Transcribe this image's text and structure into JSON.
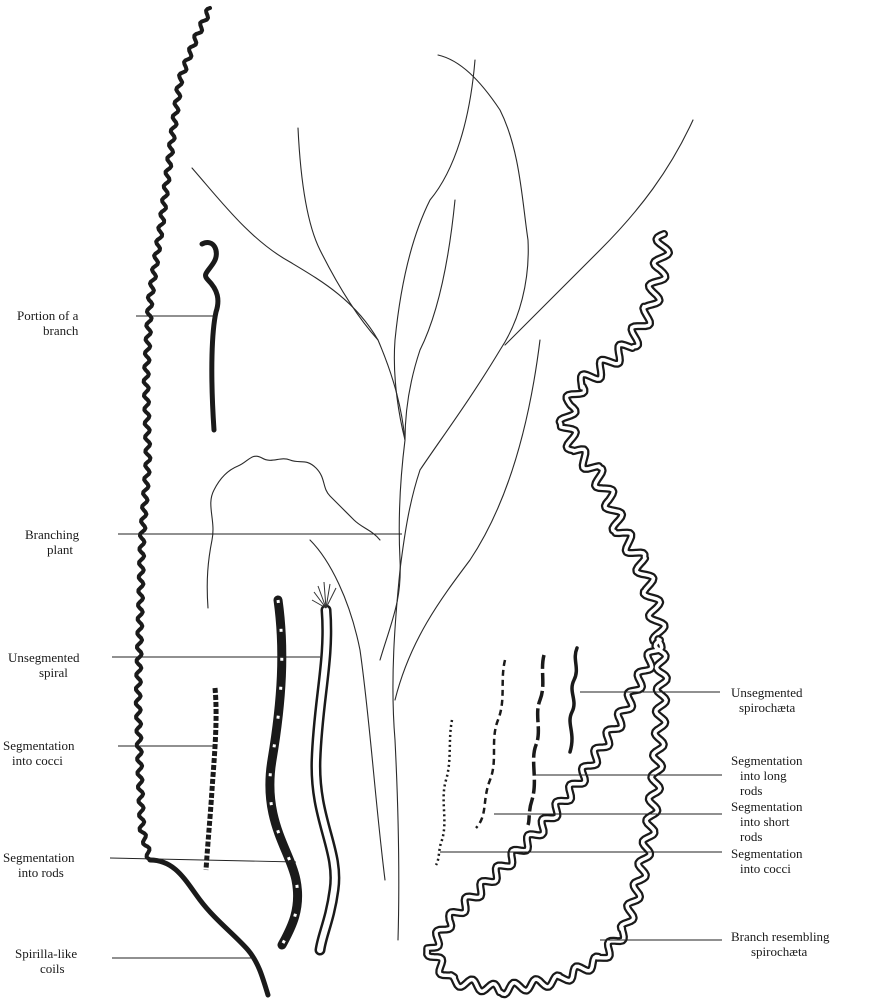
{
  "labels": {
    "portion_of_branch": [
      "Portion of a",
      "branch"
    ],
    "branching_plant": [
      "Branching",
      "plant"
    ],
    "unsegmented_spiral": [
      "Unsegmented",
      "spiral"
    ],
    "segmentation_cocci_left": [
      "Segmentation",
      "into cocci"
    ],
    "segmentation_rods_left": [
      "Segmentation",
      "into rods"
    ],
    "spirilla_coils": [
      "Spirilla-like",
      "coils"
    ],
    "unsegmented_spirochaeta": [
      "Unsegmented",
      "spirochæta"
    ],
    "segmentation_long_rods": [
      "Segmentation",
      "into long",
      "rods"
    ],
    "segmentation_short_rods": [
      "Segmentation",
      "into short",
      "rods"
    ],
    "segmentation_cocci_right": [
      "Segmentation",
      "into cocci"
    ],
    "branch_spirochaeta": [
      "Branch resembling",
      "spirochæta"
    ]
  }
}
